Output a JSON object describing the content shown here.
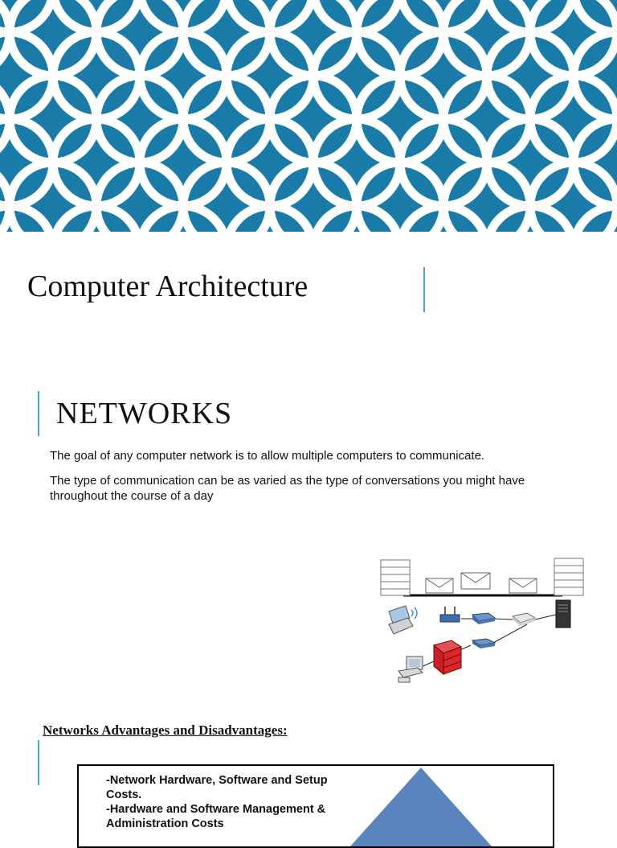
{
  "slide1": {
    "title": "Computer Architecture"
  },
  "slide2": {
    "heading": "NETWORKS",
    "paragraphs": [
      "The goal of any computer network is to allow multiple computers to communicate.",
      "The type of communication can be as varied as the type of conversations you might have throughout the course of a day"
    ]
  },
  "slide3": {
    "heading": "Networks Advantages and Disadvantages:",
    "box_lines": [
      "-Network Hardware, Software and Setup Costs.",
      "-Hardware and Software Management & Administration Costs"
    ]
  },
  "colors": {
    "banner": "#1a7ba8",
    "accent_line": "#4aa3c8",
    "triangle": "#5b83be",
    "firewall": "#d8282e"
  },
  "icons": [
    "server-rack-icon",
    "envelope-icon",
    "laptop-wifi-icon",
    "wireless-router-icon",
    "network-switch-icon",
    "server-tower-icon",
    "firewall-icon",
    "desktop-computer-icon"
  ]
}
